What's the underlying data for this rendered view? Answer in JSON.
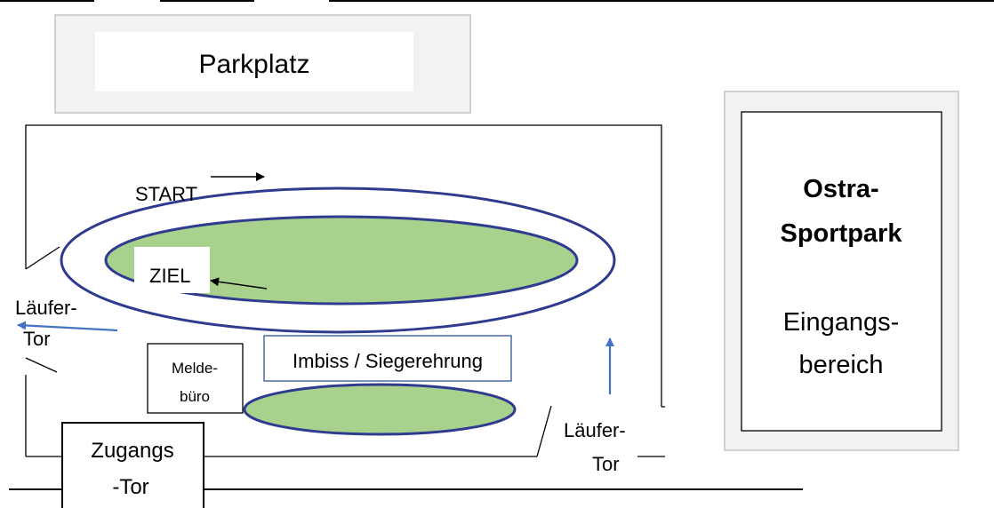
{
  "labels": {
    "parkplatz": "Parkplatz",
    "start": "START",
    "ziel": "ZIEL",
    "laeufer_tor_left": [
      "Läufer-",
      "Tor"
    ],
    "laeufer_tor_right": [
      "Läufer-",
      "Tor"
    ],
    "meldebuero": [
      "Melde-",
      "büro"
    ],
    "imbiss": "Imbiss / Siegerehrung",
    "zugangs_tor": [
      "Zugangs",
      "-Tor"
    ],
    "ostra": [
      "Ostra-",
      "Sportpark"
    ],
    "eingang": [
      "Eingangs-",
      "bereich"
    ]
  },
  "colors": {
    "field_fill": "#a9d18e",
    "track_stroke": "#2f3b8f",
    "arrow_blue": "#4472c4",
    "panel_border": "#d9d9d9",
    "panel_fill": "#f2f2f2"
  }
}
